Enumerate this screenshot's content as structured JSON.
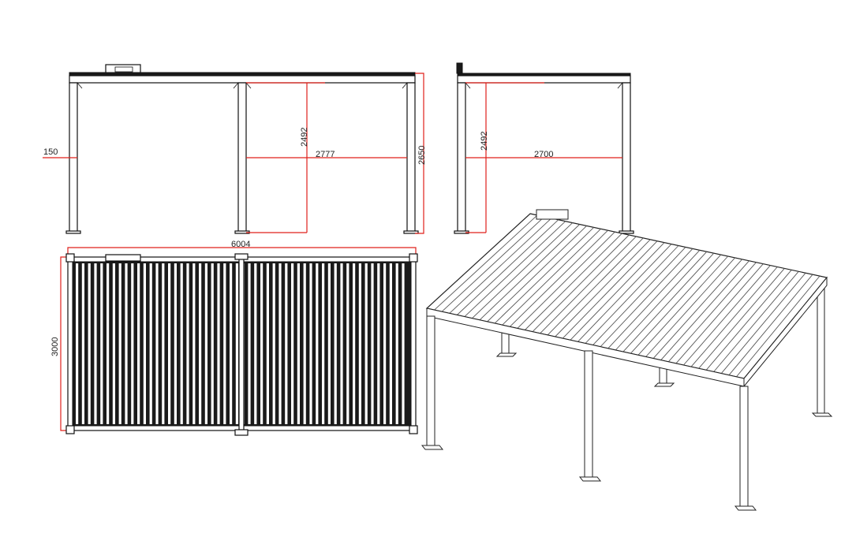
{
  "colors": {
    "dimension_line": "#e0201b",
    "outline": "#111111",
    "background": "#ffffff"
  },
  "front_view": {
    "dim_side_offset": "150",
    "dim_bay_width": "2777",
    "dim_clear_height": "2492",
    "dim_total_height": "2650"
  },
  "side_view": {
    "dim_clear_height": "2492",
    "dim_depth": "2700"
  },
  "top_view": {
    "dim_total_width": "6004",
    "dim_total_depth": "3000"
  }
}
